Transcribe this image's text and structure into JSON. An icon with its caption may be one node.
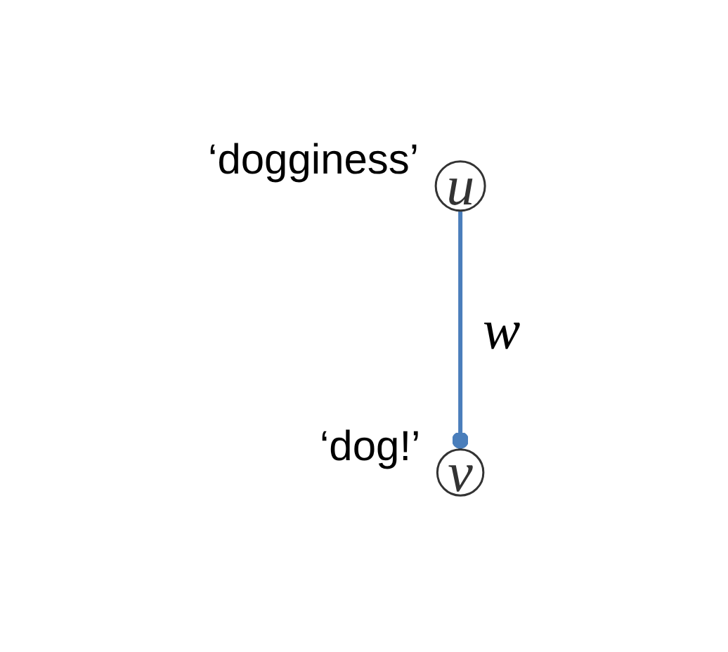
{
  "diagram": {
    "nodes": [
      {
        "text": [
          "u"
        ],
        "beside": [
          "‘dogginess’"
        ]
      },
      {
        "text": [
          "v"
        ],
        "beside": [
          "‘dog!’"
        ]
      }
    ],
    "edges": [
      {
        "from": 0,
        "to": 1,
        "arrow": "other",
        "label": "w",
        "color": "#4a7ebb"
      }
    ]
  }
}
